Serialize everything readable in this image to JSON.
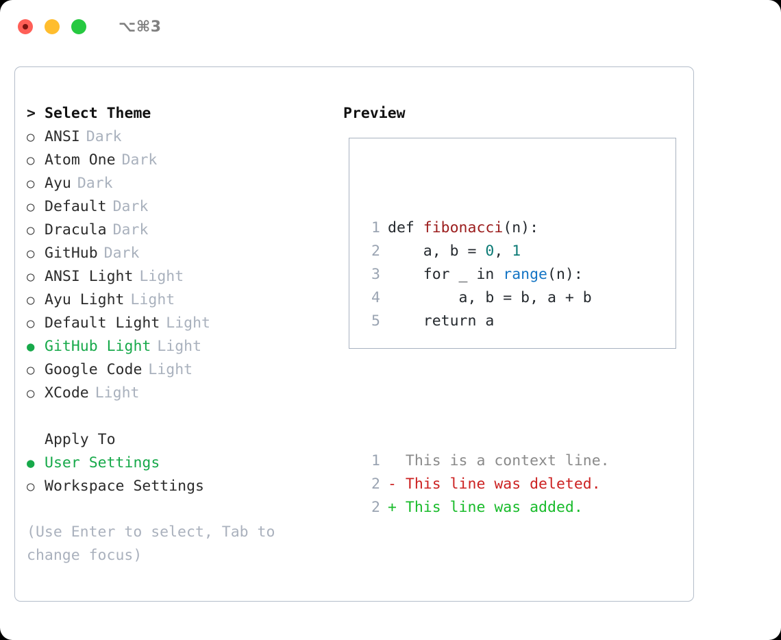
{
  "titlebar": {
    "shortcut": "⌥⌘3",
    "buttons": [
      {
        "name": "close",
        "color": "#ff5f57"
      },
      {
        "name": "minimize",
        "color": "#ffbd2e"
      },
      {
        "name": "zoom",
        "color": "#26c940"
      }
    ]
  },
  "theme_picker": {
    "header_marker": ">",
    "header": "Select Theme",
    "radio_off": "○",
    "radio_on": "●",
    "items": [
      {
        "label": "ANSI",
        "tag": "Dark",
        "selected": false
      },
      {
        "label": "Atom One",
        "tag": "Dark",
        "selected": false
      },
      {
        "label": "Ayu",
        "tag": "Dark",
        "selected": false
      },
      {
        "label": "Default",
        "tag": "Dark",
        "selected": false
      },
      {
        "label": "Dracula",
        "tag": "Dark",
        "selected": false
      },
      {
        "label": "GitHub",
        "tag": "Dark",
        "selected": false
      },
      {
        "label": "ANSI Light",
        "tag": "Light",
        "selected": false
      },
      {
        "label": "Ayu Light",
        "tag": "Light",
        "selected": false
      },
      {
        "label": "Default Light",
        "tag": "Light",
        "selected": false
      },
      {
        "label": "GitHub Light",
        "tag": "Light",
        "selected": true
      },
      {
        "label": "Google Code",
        "tag": "Light",
        "selected": false
      },
      {
        "label": "XCode",
        "tag": "Light",
        "selected": false
      }
    ]
  },
  "apply_to": {
    "header": "Apply To",
    "items": [
      {
        "label": "User Settings",
        "selected": true
      },
      {
        "label": "Workspace Settings",
        "selected": false
      }
    ]
  },
  "hint": "(Use Enter to select, Tab to change focus)",
  "preview": {
    "title": "Preview",
    "code_lines": [
      {
        "no": "1",
        "tokens": [
          {
            "t": "def ",
            "c": "plain"
          },
          {
            "t": "fibonacci",
            "c": "fn"
          },
          {
            "t": "(n):",
            "c": "plain"
          }
        ]
      },
      {
        "no": "2",
        "tokens": [
          {
            "t": "    a, b = ",
            "c": "plain"
          },
          {
            "t": "0",
            "c": "num"
          },
          {
            "t": ", ",
            "c": "plain"
          },
          {
            "t": "1",
            "c": "num"
          }
        ]
      },
      {
        "no": "3",
        "tokens": [
          {
            "t": "    for _ in ",
            "c": "plain"
          },
          {
            "t": "range",
            "c": "call"
          },
          {
            "t": "(n):",
            "c": "plain"
          }
        ]
      },
      {
        "no": "4",
        "tokens": [
          {
            "t": "        a, b = b, a + b",
            "c": "plain"
          }
        ]
      },
      {
        "no": "5",
        "tokens": [
          {
            "t": "    return a",
            "c": "plain"
          }
        ]
      }
    ],
    "diff_lines": [
      {
        "no": "1",
        "marker": " ",
        "text": " This is a context line.",
        "kind": "ctx"
      },
      {
        "no": "2",
        "marker": "-",
        "text": " This line was deleted.",
        "kind": "del"
      },
      {
        "no": "2",
        "marker": "+",
        "text": " This line was added.",
        "kind": "add"
      }
    ]
  },
  "colors": {
    "accent_green": "#17a94a",
    "tag_gray": "#a9b1bd",
    "border": "#b3bcc9",
    "preview_border": "#a8b2c0",
    "diff_add": "#18bb2a",
    "diff_del": "#cc2222",
    "syntax_function": "#9b1c1c",
    "syntax_number": "#0b7a75",
    "syntax_call": "#1374c4"
  }
}
